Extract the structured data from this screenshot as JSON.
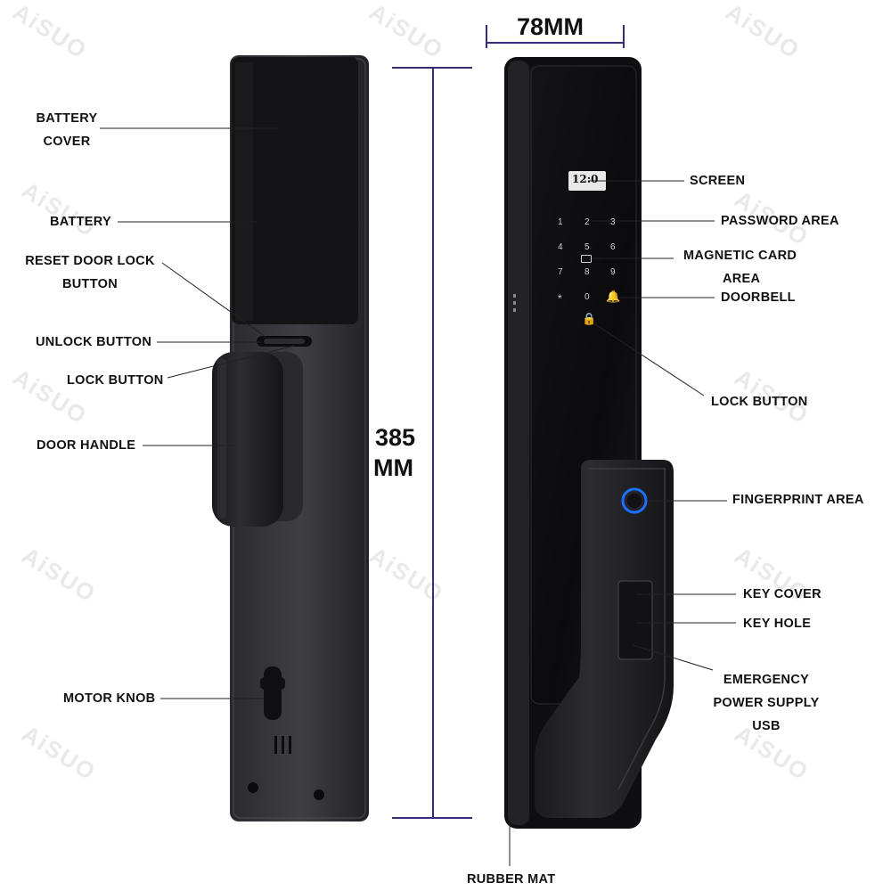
{
  "watermark": "AiSUO",
  "dimensions": {
    "width": "78MM",
    "height_value": "385",
    "height_unit": "MM"
  },
  "keypad": {
    "screen_time": "12:0",
    "keys": [
      "1",
      "2",
      "3",
      "4",
      "5",
      "6",
      "7",
      "8",
      "9",
      "*",
      "0"
    ]
  },
  "left_labels": {
    "battery_cover_line1": "BATTERY",
    "battery_cover_line2": "COVER",
    "battery": "BATTERY",
    "reset_line1": "RESET DOOR LOCK",
    "reset_line2": "BUTTON",
    "unlock_button": "UNLOCK BUTTON",
    "lock_button": "LOCK BUTTON",
    "door_handle": "DOOR HANDLE",
    "motor_knob": "MOTOR KNOB"
  },
  "right_labels": {
    "screen": "SCREEN",
    "password_area": "PASSWORD AREA",
    "magnetic_card_line1": "MAGNETIC CARD",
    "magnetic_card_line2": "AREA",
    "doorbell": "DOORBELL",
    "lock_button": "LOCK BUTTON",
    "fingerprint_area": "FINGERPRINT AREA",
    "key_cover": "KEY COVER",
    "key_hole": "KEY HOLE",
    "emergency_line1": "EMERGENCY",
    "emergency_line2": "POWER SUPPLY",
    "emergency_line3": "USB",
    "rubber_mat": "RUBBER MAT"
  },
  "colors": {
    "dimension_line": "#3b2a78",
    "lock_body": "#1c1c1f",
    "fingerprint_ring": "#1e6fff"
  }
}
